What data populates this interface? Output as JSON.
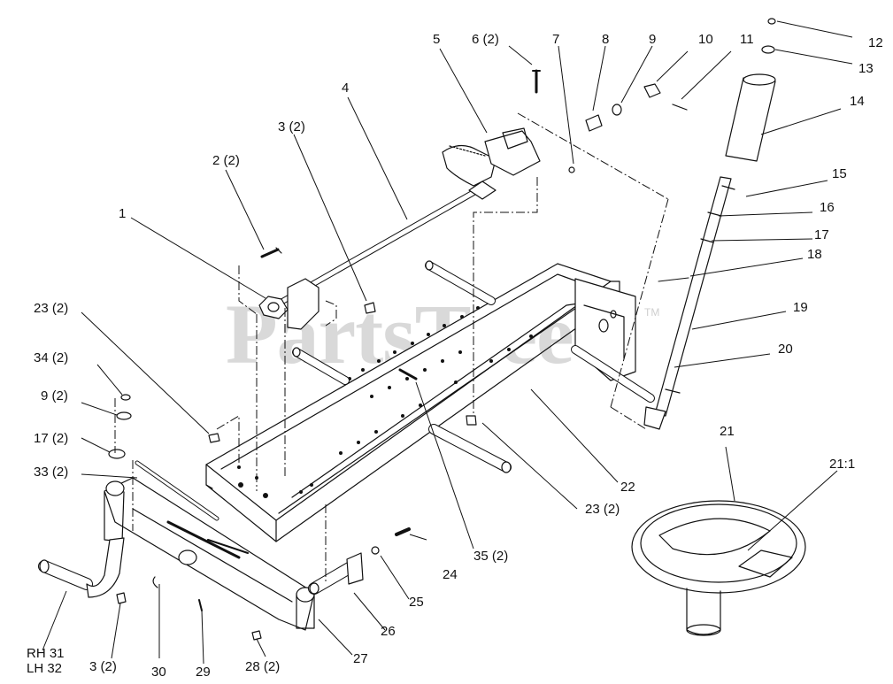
{
  "watermark": {
    "text": "PartsTree",
    "trademark": "TM"
  },
  "callouts": {
    "c1": "1",
    "c2": "2 (2)",
    "c3a": "3 (2)",
    "c3b": "3 (2)",
    "c4": "4",
    "c5": "5",
    "c6": "6 (2)",
    "c7": "7",
    "c8": "8",
    "c9": "9",
    "c9b": "9 (2)",
    "c10": "10",
    "c11": "11",
    "c12": "12",
    "c13": "13",
    "c14": "14",
    "c15": "15",
    "c16": "16",
    "c17": "17",
    "c17b": "17 (2)",
    "c18": "18",
    "c19": "19",
    "c20": "20",
    "c21": "21",
    "c21_1": "21:1",
    "c22": "22",
    "c23a": "23 (2)",
    "c23b": "23 (2)",
    "c24": "24",
    "c25": "25",
    "c26": "26",
    "c27": "27",
    "c28": "28 (2)",
    "c29": "29",
    "c30": "30",
    "c33": "33 (2)",
    "c34": "34 (2)",
    "c35": "35 (2)",
    "rh": "RH 31",
    "lh": "LH 32"
  }
}
